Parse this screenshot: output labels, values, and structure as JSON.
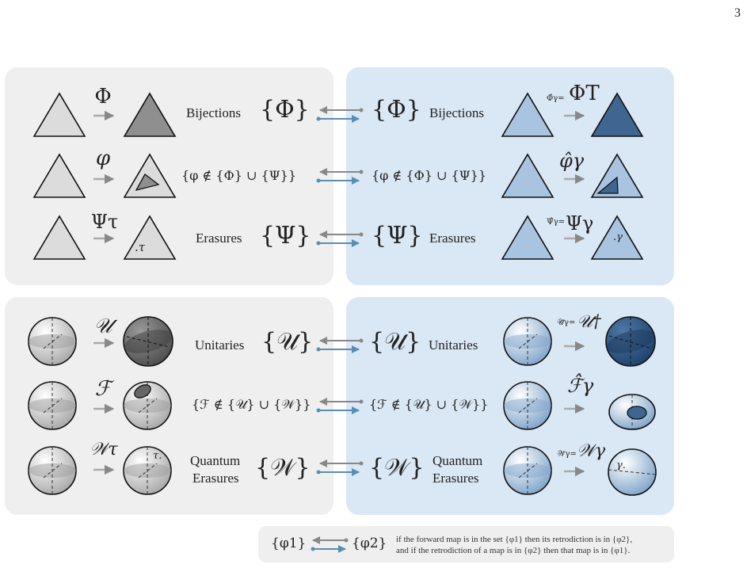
{
  "page_number": "3",
  "classical": {
    "left": [
      {
        "name": "bijection",
        "map": "Φ",
        "label": "Bijections",
        "set": "{Φ}"
      },
      {
        "name": "general",
        "map": "φ",
        "set": "{φ ∉ {Φ} ∪ {Ψ}}"
      },
      {
        "name": "erasure",
        "map": "Ψτ",
        "label": "Erasures",
        "set": "{Ψ}",
        "mark": ".τ"
      }
    ],
    "right": [
      {
        "name": "bijection",
        "map_small": "Φ̂γ=",
        "map": "ΦT",
        "label": "Bijections",
        "set": "{Φ}"
      },
      {
        "name": "general",
        "map": "φ̂γ",
        "set": "{φ ∉ {Φ} ∪ {Ψ}}"
      },
      {
        "name": "erasure",
        "map_small": "Ψ̂γ=",
        "map": "Ψγ",
        "label": "Erasures",
        "set": "{Ψ}",
        "mark": ".γ"
      }
    ]
  },
  "quantum": {
    "left": [
      {
        "name": "unitary",
        "map": "𝒰",
        "label": "Unitaries",
        "set": "{𝒰}"
      },
      {
        "name": "general",
        "map": "ℱ",
        "set": "{ℱ ∉ {𝒰} ∪ {𝒲}}"
      },
      {
        "name": "erasure",
        "map": "𝒲τ",
        "label_line1": "Quantum",
        "label_line2": "Erasures",
        "set": "{𝒲}",
        "mark": "τ."
      }
    ],
    "right": [
      {
        "name": "unitary",
        "map_small": "𝒰̂γ=",
        "map": "𝒰†",
        "label": "Unitaries",
        "set": "{𝒰}"
      },
      {
        "name": "general",
        "map": "ℱ̂γ",
        "set": "{ℱ ∉ {𝒰} ∪ {𝒲}}"
      },
      {
        "name": "erasure",
        "map_small": "𝒲̂γ=",
        "map": "𝒲γ",
        "label_line1": "Quantum",
        "label_line2": "Erasures",
        "set": "{𝒲}",
        "mark": "γ."
      }
    ]
  },
  "legend": {
    "set1": "{φ1}",
    "set2": "{φ2}",
    "line1": "if the forward map is in the set {φ1} then its retrodiction is in {φ2},",
    "line2": "and if the retrodiction of a map is in {φ2} then that map is in {φ1}."
  },
  "colors": {
    "grey_panel": "#efefef",
    "blue_panel": "#dae7f5",
    "arrow_grey": "#888888",
    "arrow_blue": "#5b8db3",
    "tri_light": "#dcdcdc",
    "tri_dark": "#8c8c8c",
    "tri_blue_light": "#a9c4e0",
    "tri_blue_dark": "#3f6691"
  }
}
